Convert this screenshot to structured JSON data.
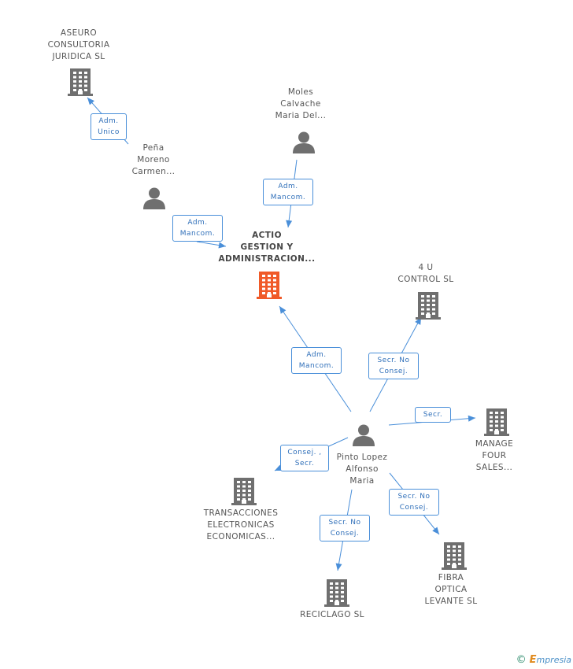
{
  "colors": {
    "edge": "#4a8fd9",
    "building": "#6f6f6f",
    "building_main": "#f05a28",
    "person": "#6f6f6f"
  },
  "nodes": {
    "aseuro": {
      "lines": [
        "ASEURO",
        "CONSULTORIA",
        "JURIDICA SL"
      ],
      "icon": "building-icon"
    },
    "pena": {
      "lines": [
        "Peña",
        "Moreno",
        "Carmen..."
      ],
      "icon": "person-icon"
    },
    "moles": {
      "lines": [
        "Moles",
        "Calvache",
        "Maria Del..."
      ],
      "icon": "person-icon"
    },
    "actio": {
      "lines": [
        "ACTIO",
        "GESTION Y",
        "ADMINISTRACION..."
      ],
      "icon": "building-icon"
    },
    "control4u": {
      "lines": [
        "4 U",
        "CONTROL SL"
      ],
      "icon": "building-icon"
    },
    "pinto": {
      "lines": [
        "Pinto Lopez",
        "Alfonso",
        "Maria"
      ],
      "icon": "person-icon"
    },
    "manage": {
      "lines": [
        "MANAGE",
        "FOUR",
        "SALES..."
      ],
      "icon": "building-icon"
    },
    "transacciones": {
      "lines": [
        "TRANSACCIONES",
        "ELECTRONICAS",
        "ECONOMICAS..."
      ],
      "icon": "building-icon"
    },
    "reciclago": {
      "lines": [
        "RECICLAGO SL"
      ],
      "icon": "building-icon"
    },
    "fibra": {
      "lines": [
        "FIBRA",
        "OPTICA",
        "LEVANTE SL"
      ],
      "icon": "building-icon"
    }
  },
  "edges": {
    "pena_aseuro": [
      "Adm.",
      "Unico"
    ],
    "pena_actio": [
      "Adm.",
      "Mancom."
    ],
    "moles_actio": [
      "Adm.",
      "Mancom."
    ],
    "pinto_actio": [
      "Adm.",
      "Mancom."
    ],
    "pinto_control4u": [
      "Secr. No",
      "Consej."
    ],
    "pinto_manage": [
      "Secr."
    ],
    "pinto_transacciones": [
      "Consej. ,",
      "Secr."
    ],
    "pinto_reciclago": [
      "Secr. No",
      "Consej."
    ],
    "pinto_fibra": [
      "Secr. No",
      "Consej."
    ]
  },
  "footer": {
    "copyright": "©",
    "brand_initial": "E",
    "brand_rest": "mpresia"
  }
}
